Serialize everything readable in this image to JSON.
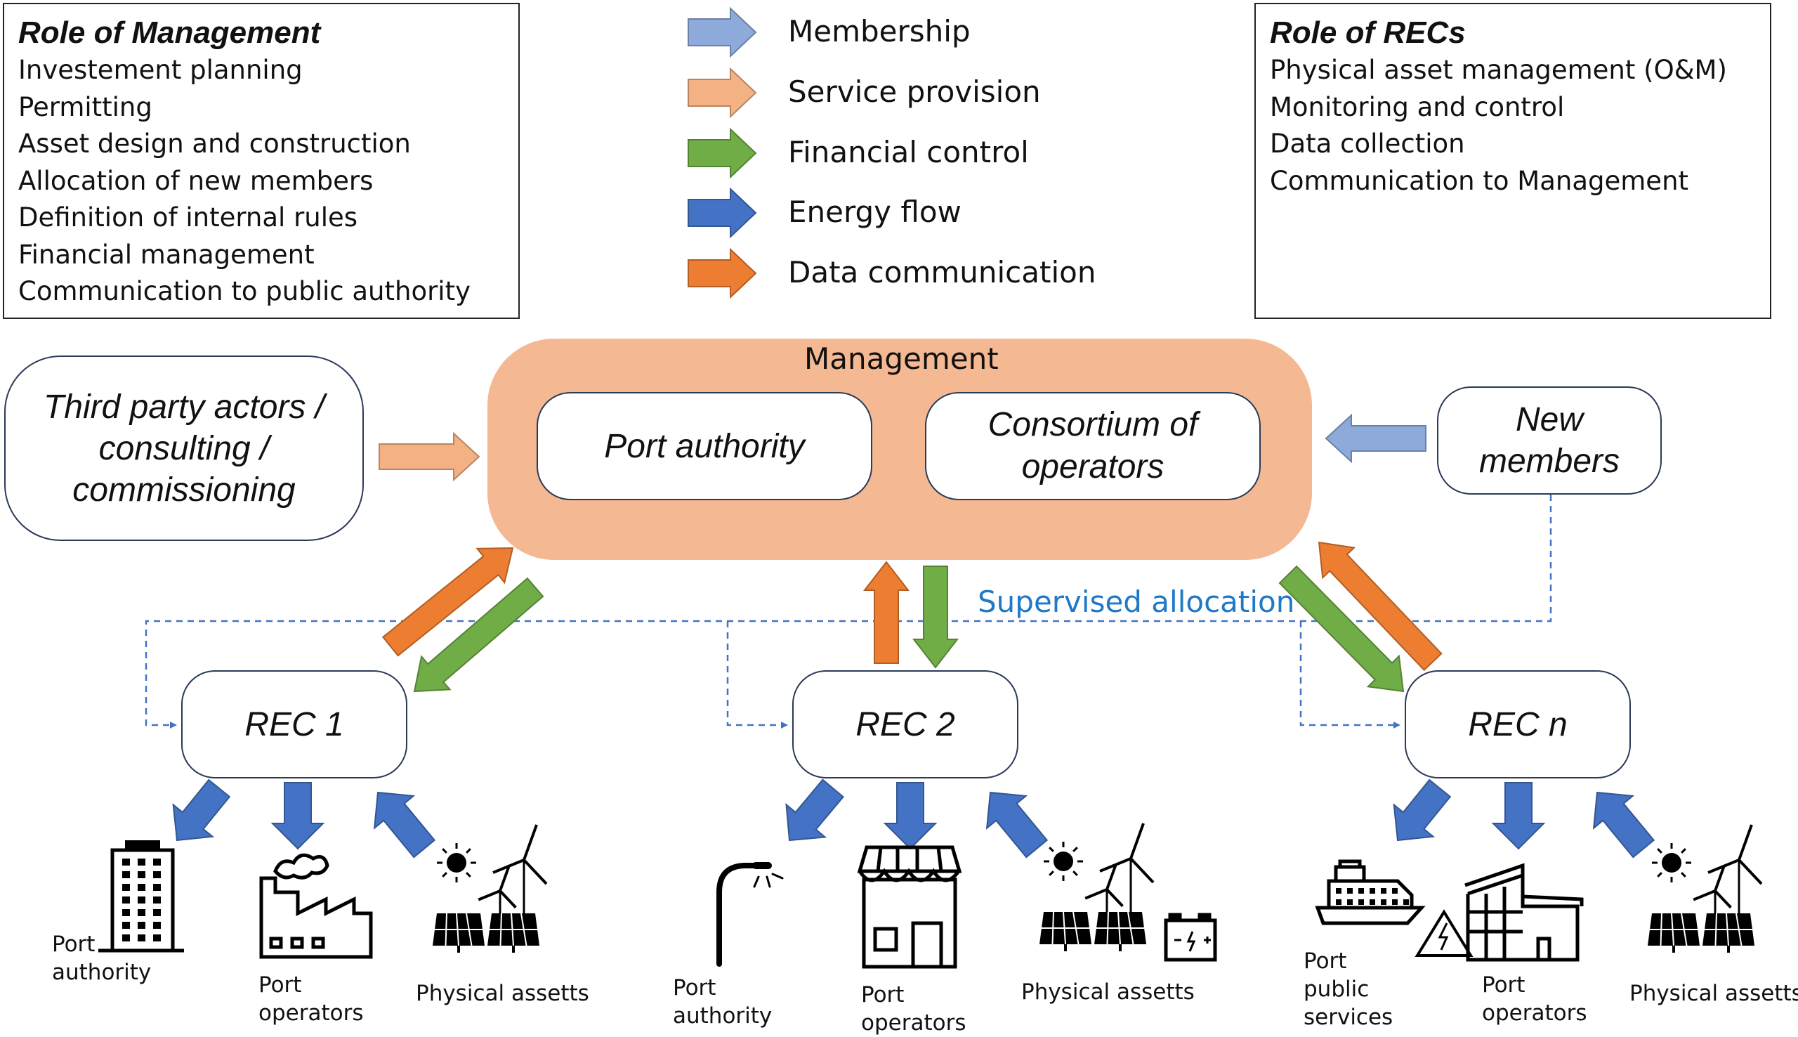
{
  "role_management": {
    "title": "Role of Management",
    "items": [
      "Investement planning",
      "Permitting",
      "Asset design and construction",
      "Allocation of new members",
      "Definition of internal rules",
      "Financial management",
      "Communication to public authority"
    ]
  },
  "role_recs": {
    "title": "Role of RECs",
    "items": [
      "Physical asset management (O&M)",
      "Monitoring and control",
      "Data collection",
      "Communication to Management"
    ]
  },
  "legend": [
    {
      "label": "Membership",
      "color": "#8eaadb"
    },
    {
      "label": "Service provision",
      "color": "#f4b183"
    },
    {
      "label": "Financial control",
      "color": "#70ad47"
    },
    {
      "label": "Energy flow",
      "color": "#4472c4"
    },
    {
      "label": "Data communication",
      "color": "#ed7d31"
    }
  ],
  "management": {
    "title": "Management",
    "port_authority": "Port authority",
    "consortium": "Consortium of operators",
    "fill_color": "#f4b992"
  },
  "third_party": "Third party actors / consulting / commissioning",
  "new_members": "New members",
  "supervised_allocation": "Supervised allocation",
  "recs": [
    {
      "label": "REC 1",
      "captions": [
        "Port authority",
        "Port operators",
        "Physical assetts"
      ]
    },
    {
      "label": "REC 2",
      "captions": [
        "Port authority",
        "Port operators",
        "Physical assetts"
      ]
    },
    {
      "label": "REC n",
      "captions": [
        "Port public services",
        "Port operators",
        "Physical assetts"
      ]
    }
  ],
  "icons": [
    "office-building-icon",
    "factory-icon",
    "solar-wind-icon",
    "street-lamp-icon",
    "shop-icon",
    "battery-icon",
    "ship-icon",
    "electric-hazard-icon",
    "port-building-icon"
  ]
}
